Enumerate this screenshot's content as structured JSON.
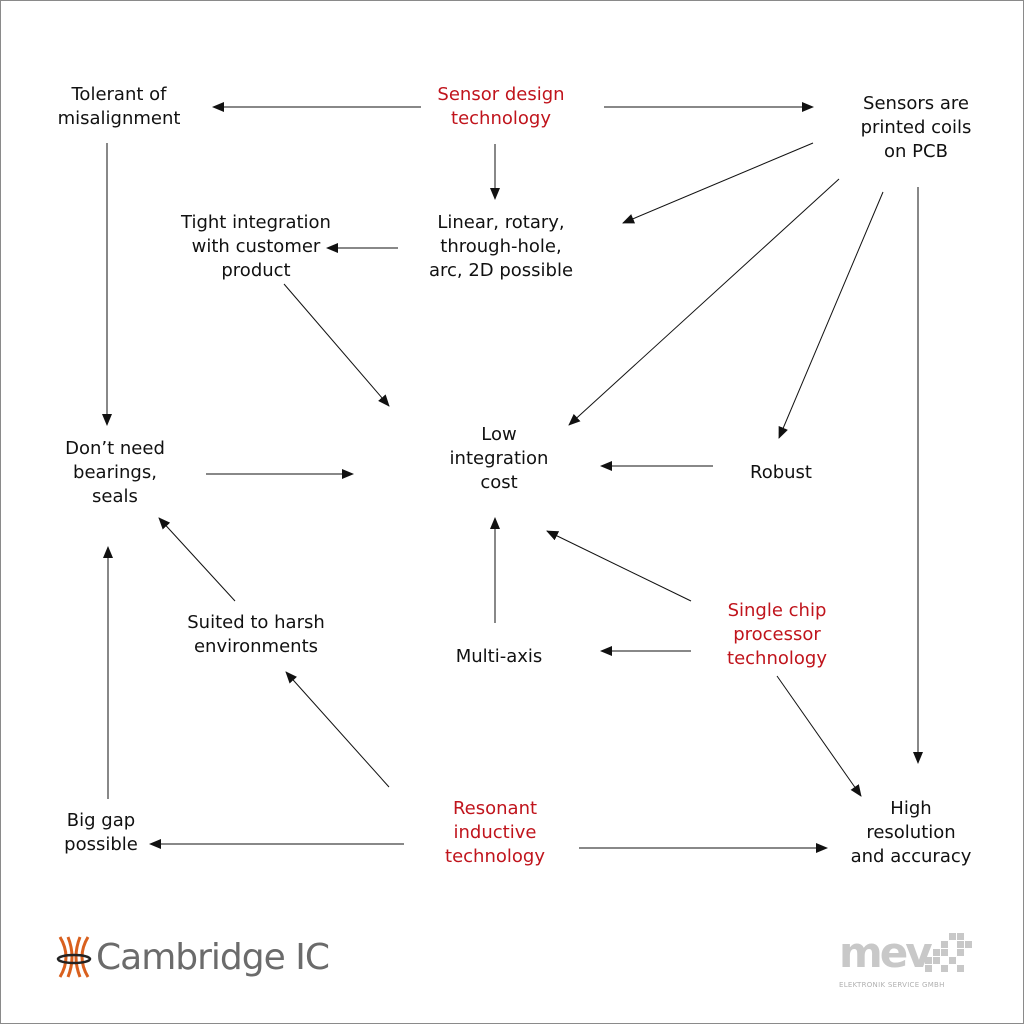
{
  "colors": {
    "text": "#111111",
    "technology": "#c0141c",
    "arrow": "#111111"
  },
  "nodes": {
    "tolerant": {
      "lines": [
        "Tolerant of",
        "misalignment"
      ]
    },
    "sensor_design": {
      "lines": [
        "Sensor design",
        "technology"
      ],
      "kind": "technology"
    },
    "printed_coils": {
      "lines": [
        "Sensors are",
        "printed coils",
        "on PCB"
      ]
    },
    "tight_integration": {
      "lines": [
        "Tight integration",
        "with customer",
        "product"
      ]
    },
    "geometries": {
      "lines": [
        "Linear, rotary,",
        "through-hole,",
        "arc, 2D possible"
      ]
    },
    "bearings": {
      "lines": [
        "Don’t need",
        "bearings,",
        "seals"
      ]
    },
    "low_cost": {
      "lines": [
        "Low",
        "integration",
        "cost"
      ]
    },
    "robust": {
      "lines": [
        "Robust"
      ]
    },
    "harsh": {
      "lines": [
        "Suited to harsh",
        "environments"
      ]
    },
    "multi_axis": {
      "lines": [
        "Multi-axis"
      ]
    },
    "single_chip": {
      "lines": [
        "Single chip",
        "processor",
        "technology"
      ],
      "kind": "technology"
    },
    "big_gap": {
      "lines": [
        "Big gap",
        "possible"
      ]
    },
    "resonant": {
      "lines": [
        "Resonant",
        "inductive",
        "technology"
      ],
      "kind": "technology"
    },
    "high_res": {
      "lines": [
        "High",
        "resolution",
        "and accuracy"
      ]
    }
  },
  "logos": {
    "cambridge": {
      "text": "Cambridge IC"
    },
    "mev": {
      "text": "mev",
      "subtitle": "ELEKTRONIK SERVICE GMBH"
    }
  }
}
